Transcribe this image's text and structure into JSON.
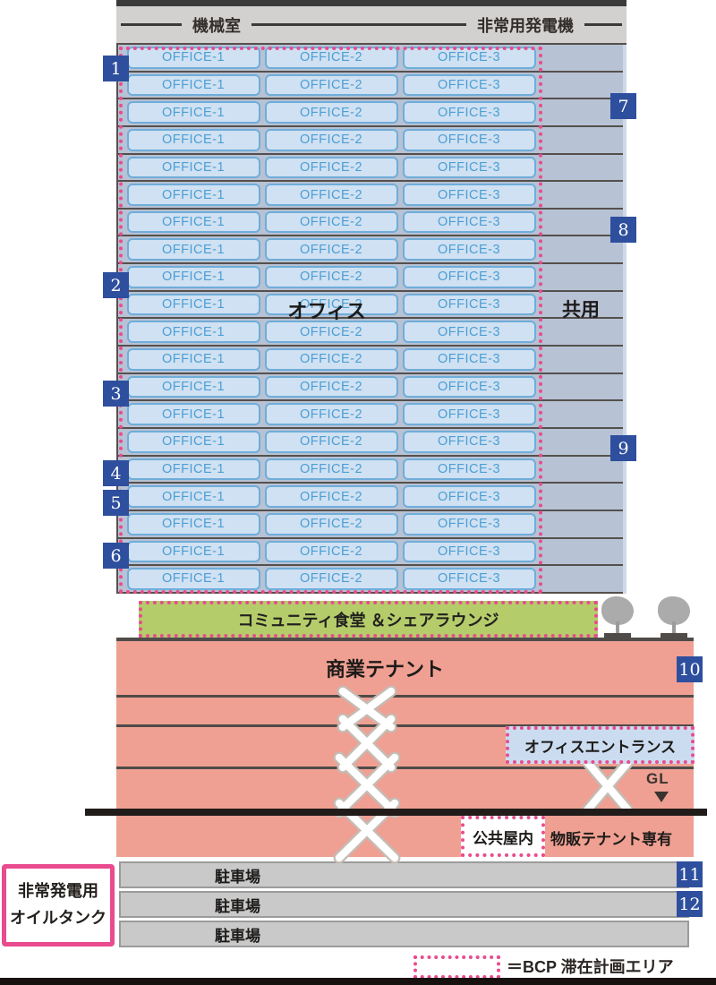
{
  "badges": [
    "1",
    "2",
    "3",
    "4",
    "5",
    "6",
    "7",
    "8",
    "9",
    "10",
    "11",
    "12"
  ],
  "tower": {
    "roof_left_label": "機械室",
    "roof_right_label": "非常用発電機",
    "floor_count": 20,
    "office_labels": [
      "OFFICE-1",
      "OFFICE-2",
      "OFFICE-3"
    ],
    "office_overlay_label": "オフィス",
    "common_label": "共用"
  },
  "lounge": {
    "label": "コミュニティ食堂 ＆シェアラウンジ"
  },
  "podium": {
    "commercial_label": "商業テナント",
    "office_entrance_label": "オフィスエントランス",
    "ground_level_label": "GL",
    "public_indoor_label": "公共屋内",
    "retail_exclusive_label": "物販テナント専有",
    "parking_labels": [
      "駐車場",
      "駐車場",
      "駐車場"
    ],
    "oil_tank_lines": [
      "非常発電用",
      "オイルタンク"
    ]
  },
  "legend": {
    "bcp_label": "＝BCP 滞在計画エリア"
  },
  "colors": {
    "accent_pink": "#e94b8e",
    "badge_blue": "#2e4f9e",
    "office_fill": "#cfe1f2",
    "office_border": "#6fadda",
    "office_text": "#4c9ed6",
    "tower_bg": "#b7c2d4",
    "slab": "#4f4b49",
    "machine_band": "#d2d1cf",
    "lounge_green": "#b5cc6b",
    "podium_salmon": "#efa092",
    "parking_gray": "#c9c9c9",
    "tree_gray": "#ababab",
    "ground_black": "#211c1a"
  }
}
